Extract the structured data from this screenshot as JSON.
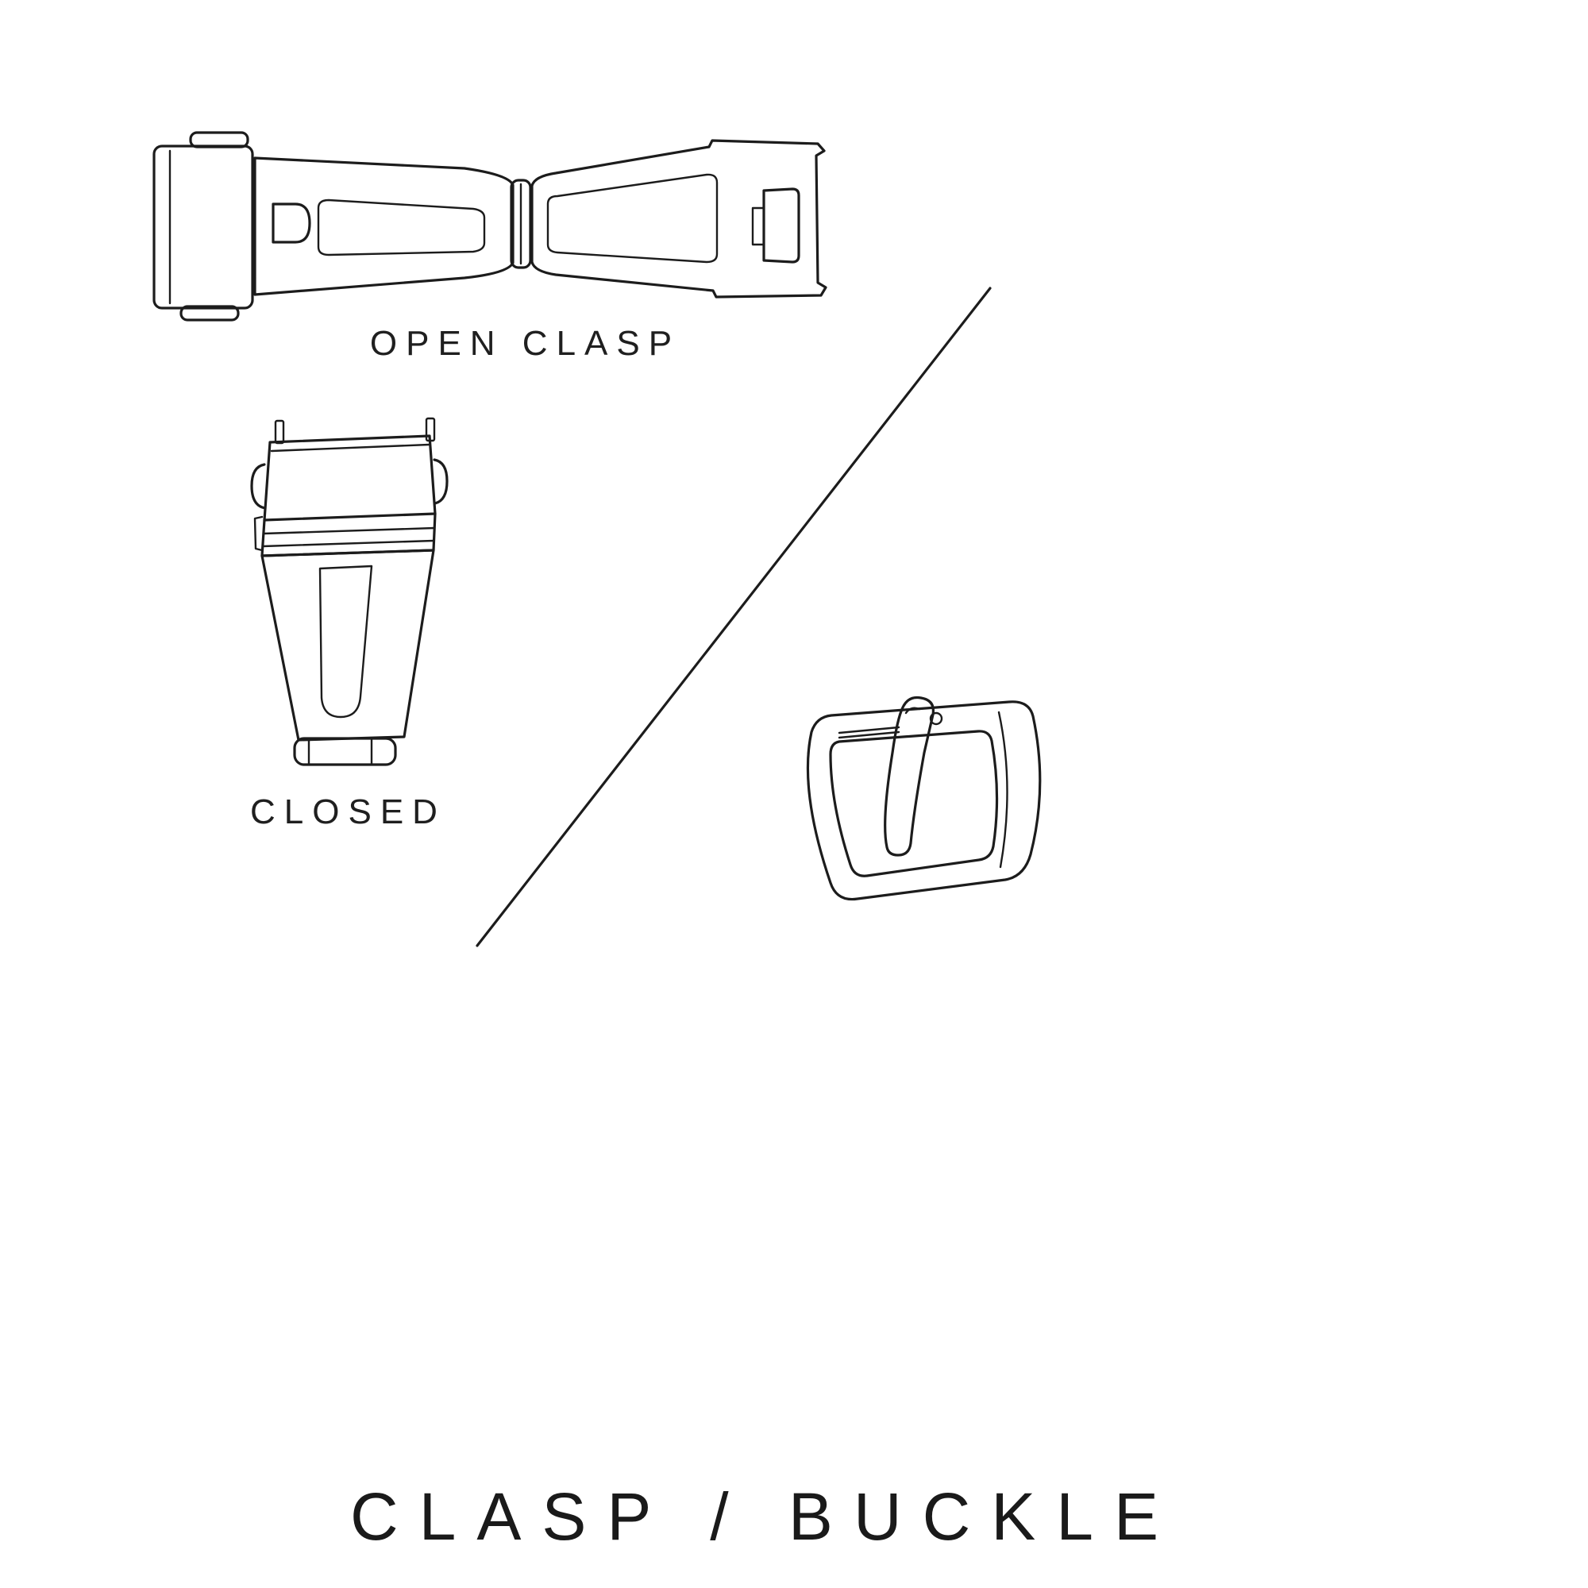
{
  "diagram": {
    "title": "CLASP / BUCKLE",
    "labels": {
      "open_clasp": "OPEN CLASP",
      "closed": "CLOSED"
    },
    "colors": {
      "background": "#ffffff",
      "ink": "#1c1c1c"
    },
    "illustrations": [
      {
        "name": "open-clasp-illustration",
        "description": "open deployant clasp, top view"
      },
      {
        "name": "closed-clasp-illustration",
        "description": "closed folding clasp"
      },
      {
        "name": "buckle-illustration",
        "description": "tang buckle with prong"
      }
    ]
  }
}
